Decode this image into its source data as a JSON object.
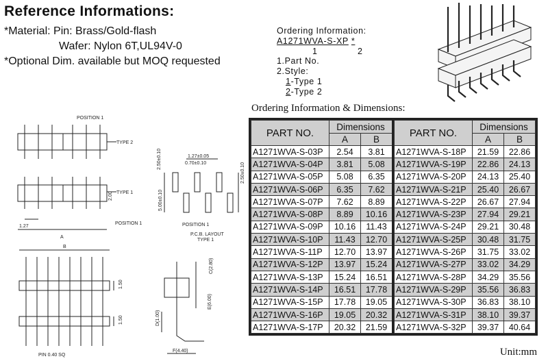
{
  "heading": "Reference Informations:",
  "material": {
    "line1": "*Material: Pin: Brass/Gold-flash",
    "line2": "Wafer: Nylon 6T,UL94V-0",
    "line3": "*Optional Dim. available but MOQ requested"
  },
  "ordering": {
    "title": "Ordering Information:",
    "code": "A1271WVA-S-XP",
    "star": "*",
    "idx1": "1",
    "idx2": "2",
    "part_no": "1.Part No.",
    "style": "2.Style:",
    "type1_num": "1",
    "type1_text": "-Type 1",
    "type2_num": "2",
    "type2_text": "-Type 2"
  },
  "table": {
    "title": "Ordering Information & Dimensions:",
    "part_header": "PART NO.",
    "dim_header": "Dimensions",
    "col_a": "A",
    "col_b": "B",
    "left_rows": [
      [
        "A1271WVA-S-03P",
        "2.54",
        "3.81"
      ],
      [
        "A1271WVA-S-04P",
        "3.81",
        "5.08"
      ],
      [
        "A1271WVA-S-05P",
        "5.08",
        "6.35"
      ],
      [
        "A1271WVA-S-06P",
        "6.35",
        "7.62"
      ],
      [
        "A1271WVA-S-07P",
        "7.62",
        "8.89"
      ],
      [
        "A1271WVA-S-08P",
        "8.89",
        "10.16"
      ],
      [
        "A1271WVA-S-09P",
        "10.16",
        "11.43"
      ],
      [
        "A1271WVA-S-10P",
        "11.43",
        "12.70"
      ],
      [
        "A1271WVA-S-11P",
        "12.70",
        "13.97"
      ],
      [
        "A1271WVA-S-12P",
        "13.97",
        "15.24"
      ],
      [
        "A1271WVA-S-13P",
        "15.24",
        "16.51"
      ],
      [
        "A1271WVA-S-14P",
        "16.51",
        "17.78"
      ],
      [
        "A1271WVA-S-15P",
        "17.78",
        "19.05"
      ],
      [
        "A1271WVA-S-16P",
        "19.05",
        "20.32"
      ],
      [
        "A1271WVA-S-17P",
        "20.32",
        "21.59"
      ]
    ],
    "right_rows": [
      [
        "A1271WVA-S-18P",
        "21.59",
        "22.86"
      ],
      [
        "A1271WVA-S-19P",
        "22.86",
        "24.13"
      ],
      [
        "A1271WVA-S-20P",
        "24.13",
        "25.40"
      ],
      [
        "A1271WVA-S-21P",
        "25.40",
        "26.67"
      ],
      [
        "A1271WVA-S-22P",
        "26.67",
        "27.94"
      ],
      [
        "A1271WVA-S-23P",
        "27.94",
        "29.21"
      ],
      [
        "A1271WVA-S-24P",
        "29.21",
        "30.48"
      ],
      [
        "A1271WVA-S-25P",
        "30.48",
        "31.75"
      ],
      [
        "A1271WVA-S-26P",
        "31.75",
        "33.02"
      ],
      [
        "A1271WVA-S-27P",
        "33.02",
        "34.29"
      ],
      [
        "A1271WVA-S-28P",
        "34.29",
        "35.56"
      ],
      [
        "A1271WVA-S-29P",
        "35.56",
        "36.83"
      ],
      [
        "A1271WVA-S-30P",
        "36.83",
        "38.10"
      ],
      [
        "A1271WVA-S-31P",
        "38.10",
        "39.37"
      ],
      [
        "A1271WVA-S-32P",
        "39.37",
        "40.64"
      ]
    ],
    "unit": "Unit:mm",
    "shade_color": "#cfcfcf"
  },
  "drawing": {
    "position1": "POSITION 1",
    "type2": "TYPE 2",
    "type1": "TYPE 1",
    "dim_200": "2.00",
    "dim_127": "1.27",
    "dim_a": "A",
    "dim_b": "B",
    "position1_b": "POSITION 1",
    "pcb_250": "2.50±0.10",
    "pcb_127": "1.27±0.05",
    "pcb_070": "0.70±0.10",
    "pcb_500": "5.00±0.10",
    "pcb_250b": "2.50±0.10",
    "pcb_position": "POSITION 1",
    "pcb_layout": "P.C.B. LAYOUT",
    "pcb_type": "TYPE 1",
    "dim_150a": "1.50",
    "dim_150b": "1.50",
    "pin": "PIN 0.40 SQ",
    "c_dim": "C(2.80)",
    "e_dim": "E(6.00)",
    "d_dim": "D(1.00)",
    "f_dim": "F(4.40)"
  }
}
